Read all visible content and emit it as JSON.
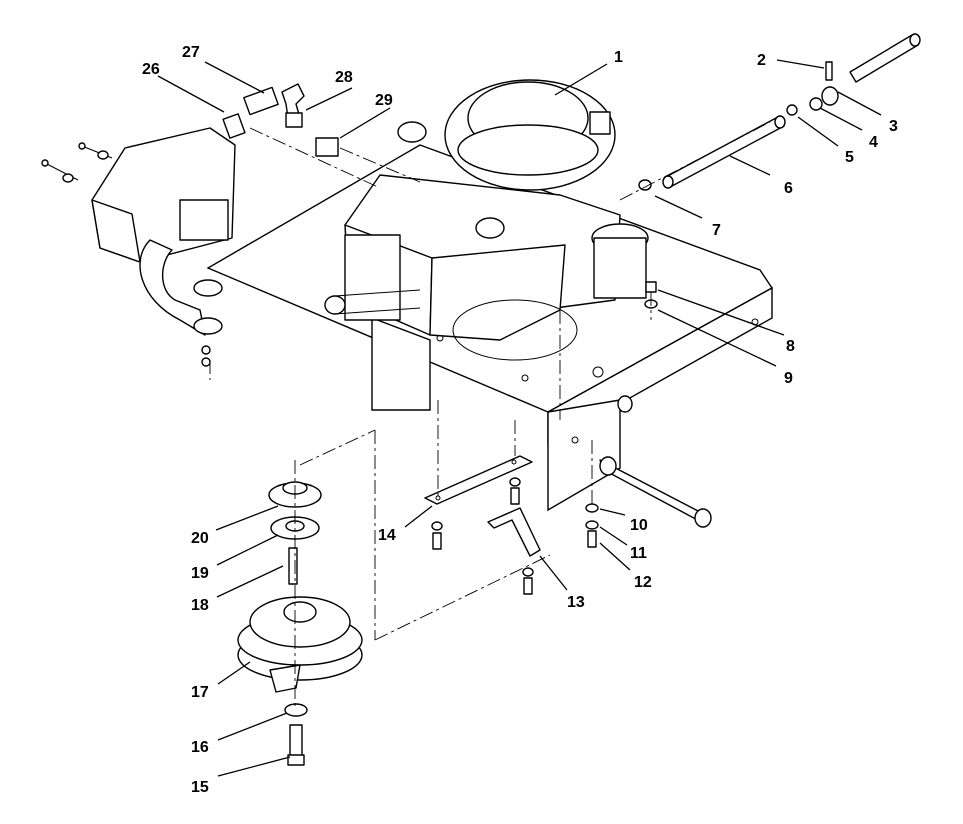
{
  "callouts": [
    {
      "id": "1",
      "label": "1"
    },
    {
      "id": "2",
      "label": "2"
    },
    {
      "id": "3",
      "label": "3"
    },
    {
      "id": "4",
      "label": "4"
    },
    {
      "id": "5",
      "label": "5"
    },
    {
      "id": "6",
      "label": "6"
    },
    {
      "id": "7",
      "label": "7"
    },
    {
      "id": "8",
      "label": "8"
    },
    {
      "id": "9",
      "label": "9"
    },
    {
      "id": "10",
      "label": "10"
    },
    {
      "id": "11",
      "label": "11"
    },
    {
      "id": "12",
      "label": "12"
    },
    {
      "id": "13",
      "label": "13"
    },
    {
      "id": "14",
      "label": "14"
    },
    {
      "id": "15",
      "label": "15"
    },
    {
      "id": "16",
      "label": "16"
    },
    {
      "id": "17",
      "label": "17"
    },
    {
      "id": "18",
      "label": "18"
    },
    {
      "id": "19",
      "label": "19"
    },
    {
      "id": "20",
      "label": "20"
    },
    {
      "id": "26",
      "label": "26"
    },
    {
      "id": "27",
      "label": "27"
    },
    {
      "id": "28",
      "label": "28"
    },
    {
      "id": "29",
      "label": "29"
    }
  ]
}
